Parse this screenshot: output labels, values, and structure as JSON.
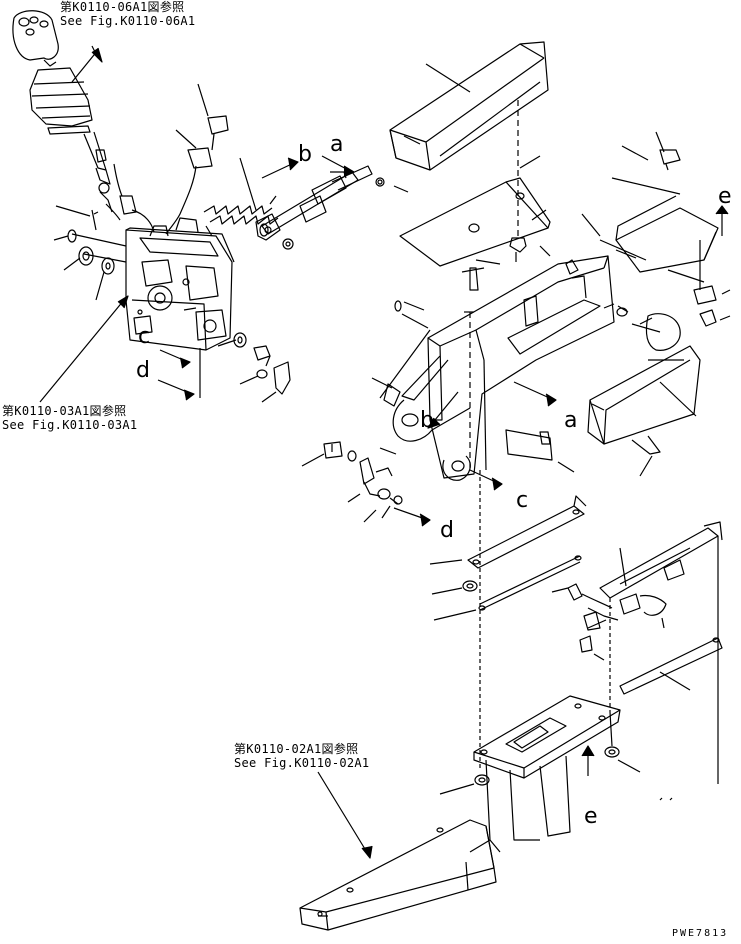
{
  "references": [
    {
      "jp": "第K0110-06A1図参照",
      "en": "See Fig.K0110-06A1"
    },
    {
      "jp": "第K0110-03A1図参照",
      "en": "See Fig.K0110-03A1"
    },
    {
      "jp": "第K0110-02A1図参照",
      "en": "See Fig.K0110-02A1"
    }
  ],
  "callouts": [
    "a",
    "b",
    "c",
    "d",
    "e"
  ],
  "drawing_code": "PWE7813",
  "line_color": "#000000"
}
